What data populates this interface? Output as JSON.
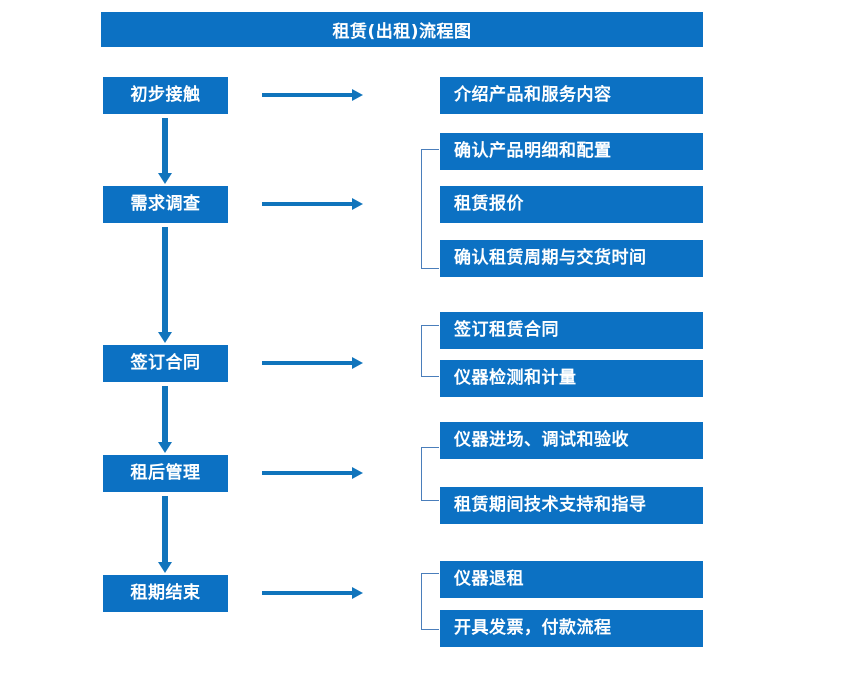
{
  "diagram": {
    "title": "租赁(出租)流程图",
    "accent_color": "#0c71c3",
    "arrow_color": "#1074bc",
    "bracket_color": "#4a7ebb",
    "text_color": "#ffffff",
    "background_color": "#ffffff",
    "stages": [
      {
        "id": "stage-1",
        "label": "初步接触"
      },
      {
        "id": "stage-2",
        "label": "需求调查"
      },
      {
        "id": "stage-3",
        "label": "签订合同"
      },
      {
        "id": "stage-4",
        "label": "租后管理"
      },
      {
        "id": "stage-5",
        "label": "租期结束"
      }
    ],
    "details": [
      {
        "id": "detail-1-1",
        "label": "介绍产品和服务内容"
      },
      {
        "id": "detail-2-1",
        "label": "确认产品明细和配置"
      },
      {
        "id": "detail-2-2",
        "label": "租赁报价"
      },
      {
        "id": "detail-2-3",
        "label": "确认租赁周期与交货时间"
      },
      {
        "id": "detail-3-1",
        "label": "签订租赁合同"
      },
      {
        "id": "detail-3-2",
        "label": "仪器检测和计量"
      },
      {
        "id": "detail-4-1",
        "label": "仪器进场、调试和验收"
      },
      {
        "id": "detail-4-2",
        "label": "租赁期间技术支持和指导"
      },
      {
        "id": "detail-5-1",
        "label": "仪器退租"
      },
      {
        "id": "detail-5-2",
        "label": "开具发票，付款流程"
      }
    ],
    "connectors": {
      "stage_to_detail_icon": "right-arrow-icon",
      "stage_to_stage_icon": "down-arrow-icon",
      "group_icon": "bracket-icon"
    }
  }
}
